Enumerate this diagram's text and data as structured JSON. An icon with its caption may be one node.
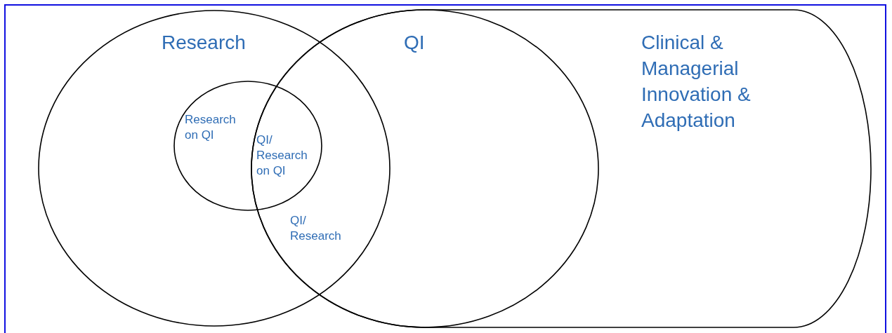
{
  "diagram": {
    "nodes": [
      {
        "text": [
          "Research"
        ]
      },
      {
        "text": [
          "Research on QI",
          "QI/ Research on QI"
        ],
        "in": 0
      },
      {
        "text": [
          "Clinical & Managerial Innovation & Adaptation"
        ]
      },
      {
        "text": [
          "QI"
        ],
        "in": 2
      }
    ],
    "edges": [],
    "labels": [
      "QI/ Research"
    ]
  }
}
